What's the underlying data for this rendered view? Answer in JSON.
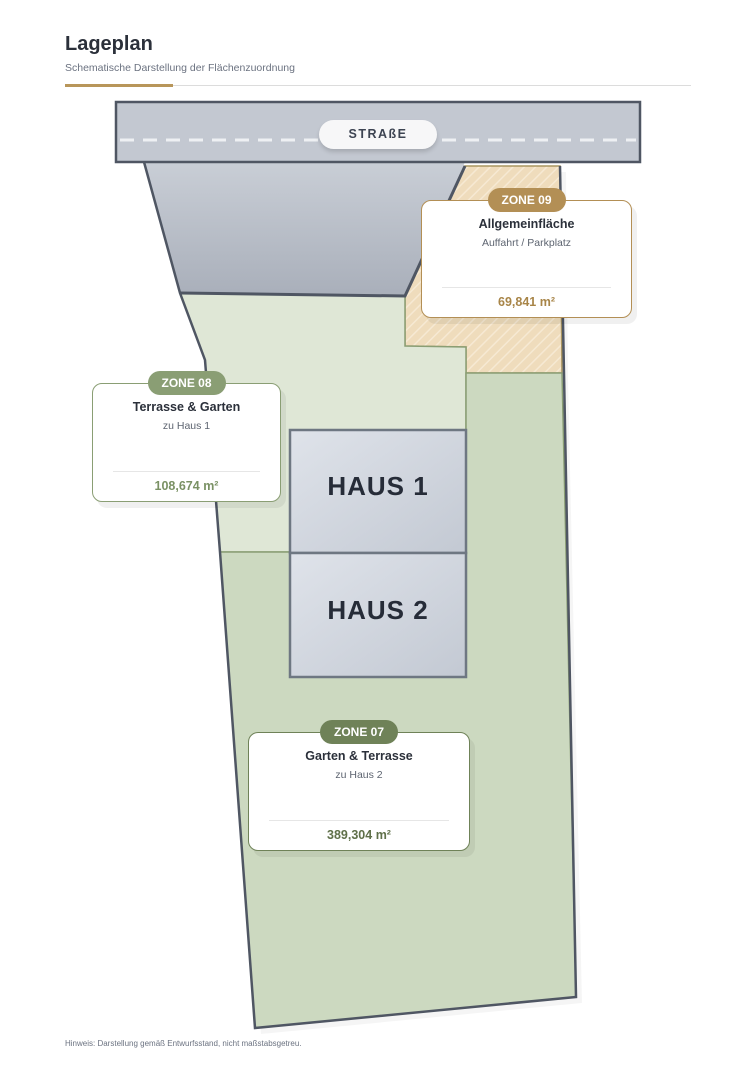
{
  "header": {
    "title": "Lageplan",
    "subtitle": "Schematische Darstellung der Flächenzuordnung"
  },
  "road": {
    "label": "STRAßE"
  },
  "houses": [
    {
      "label": "HAUS 1"
    },
    {
      "label": "HAUS 2"
    }
  ],
  "zones": [
    {
      "badge": "ZONE 09",
      "title": "Allgemeinfläche",
      "subtitle": "Auffahrt / Parkplatz",
      "area": "69,841 m²",
      "color": "#b38f55"
    },
    {
      "badge": "ZONE 08",
      "title": "Terrasse & Garten",
      "subtitle": "zu Haus 1",
      "area": "108,674 m²",
      "color": "#8a9e74"
    },
    {
      "badge": "ZONE 07",
      "title": "Garten & Terrasse",
      "subtitle": "zu Haus 2",
      "area": "389,304 m²",
      "color": "#6f8258"
    }
  ],
  "colors": {
    "road": "#c3c8d1",
    "zone_light_green": "#dfe7d6",
    "zone_green": "#ccd9c0",
    "zone_common": "#efdcbc",
    "outline": "#4f5663",
    "accent": "#b8965a"
  },
  "footnote": "Hinweis: Darstellung gemäß Entwurfsstand, nicht maßstabsgetreu."
}
